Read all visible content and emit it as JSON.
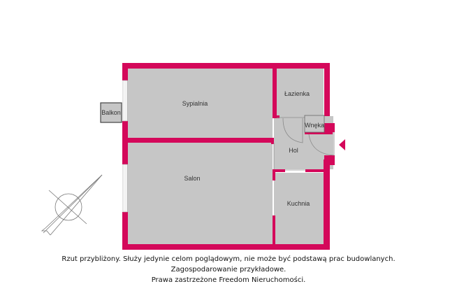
{
  "plan": {
    "colors": {
      "wall": "#d4085a",
      "floor": "#c6c6c6",
      "line": "#9a9a9a",
      "window": "#ffffff",
      "entrance_marker": "#d4085a"
    },
    "rooms": [
      {
        "id": "sypialnia",
        "label": "Sypialnia"
      },
      {
        "id": "lazienka",
        "label": "Łazienka"
      },
      {
        "id": "wneka",
        "label": "Wnęka"
      },
      {
        "id": "hol",
        "label": "Hol"
      },
      {
        "id": "salon",
        "label": "Salon"
      },
      {
        "id": "kuchnia",
        "label": "Kuchnia"
      },
      {
        "id": "balkon",
        "label": "Balkon"
      }
    ],
    "icons": {
      "compass": "north-arrow-compass",
      "entrance": "entrance-triangle-marker"
    }
  },
  "caption": {
    "line1": "Rzut przybliżony. Służy jedynie celom poglądowym, nie może być podstawą prac budowlanych.",
    "line2": "Zagospodarowanie przykładowe.",
    "line3": "Prawa zastrzeżone Freedom Nieruchomości."
  }
}
